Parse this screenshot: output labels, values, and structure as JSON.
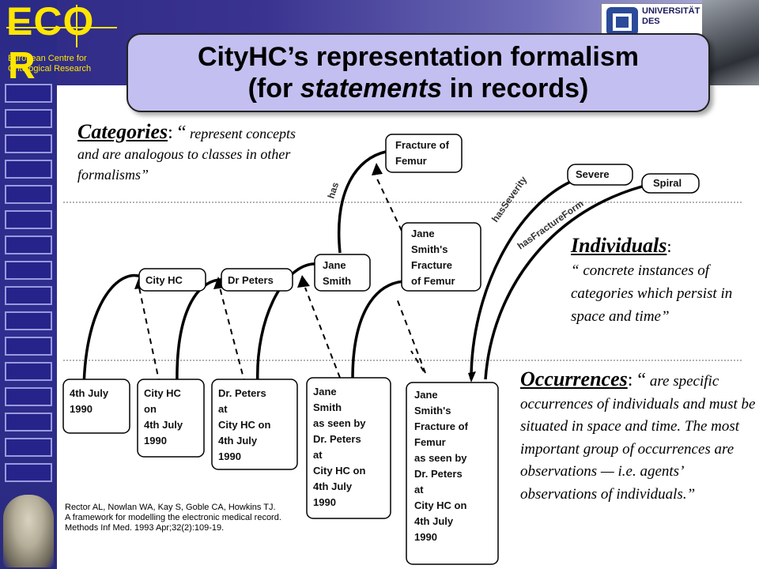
{
  "header": {
    "logo_main": "ECO",
    "logo_second": "R",
    "logo_sub": "European Centre for Ontological Research",
    "university": "UNIVERSITÄT DES",
    "title_line1": "CityHC’s representation formalism",
    "title_line2": "(for statements in records)"
  },
  "text": {
    "categories_label": "Categories",
    "categories_sep": ": “",
    "categories_text": "represent concepts and are analogous to classes in other formalisms”",
    "individuals_label": "Individuals",
    "individuals_sep": ":",
    "individuals_text": "“ concrete instances of categories which persist in space and time”",
    "occurrences_label": "Occurrences",
    "occurrences_sep": ": “",
    "occurrences_text": "are specific occurrences of individuals and must be situated in space and time. The most important group of occurrences are observations — i.e. agents’ observations of individuals.”"
  },
  "citation": [
    "Rector AL, Nowlan WA, Kay S, Goble CA, Howkins TJ.",
    "A framework for modelling the electronic medical record.",
    "Methods Inf Med. 1993 Apr;32(2):109-19."
  ],
  "nodes": {
    "fracture_of_femur": [
      "Fracture of",
      "Femur"
    ],
    "severe": [
      "Severe"
    ],
    "spiral": [
      "Spiral"
    ],
    "jane_smiths_fracture": [
      "Jane",
      "Smith's",
      "Fracture",
      "of Femur"
    ],
    "city_hc": [
      "City HC"
    ],
    "dr_peters": [
      "Dr Peters"
    ],
    "jane_smith": [
      "Jane",
      "Smith"
    ],
    "occ_4th_july": [
      "4th July",
      "1990"
    ],
    "occ_city_hc": [
      "City HC",
      "on",
      "4th July",
      "1990"
    ],
    "occ_dr_peters": [
      "Dr. Peters",
      "at",
      "City HC on",
      "4th July",
      "1990"
    ],
    "occ_jane_smith": [
      "Jane",
      "Smith",
      "as seen by",
      "Dr. Peters",
      "at",
      "City HC on",
      "4th July",
      "1990"
    ],
    "occ_fracture": [
      "Jane",
      "Smith's",
      "Fracture of",
      "Femur",
      "as seen by",
      "Dr. Peters",
      "at",
      "City HC on",
      "4th July",
      "1990"
    ]
  },
  "edges": {
    "has": "has",
    "has_severity": "hasSeverity",
    "has_fracture_form": "hasFractureForm"
  }
}
